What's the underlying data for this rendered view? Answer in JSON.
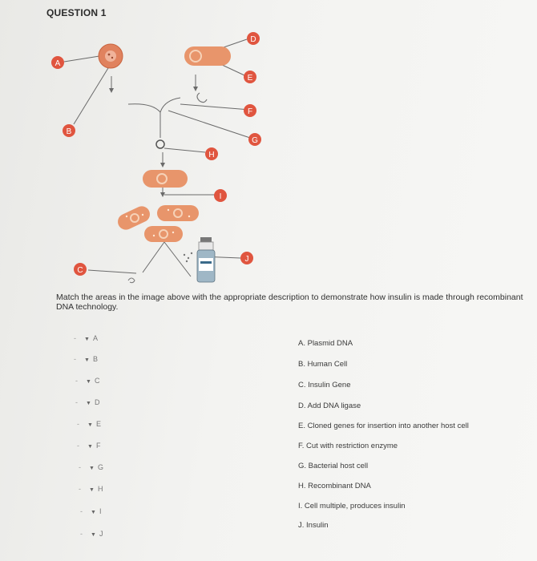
{
  "question": {
    "title": "QUESTION 1"
  },
  "diagram": {
    "labels": {
      "A": "A",
      "B": "B",
      "C": "C",
      "D": "D",
      "E": "E",
      "F": "F",
      "G": "G",
      "H": "H",
      "I": "I",
      "J": "J"
    },
    "badge_color": "#e0553f"
  },
  "instruction": "Match the areas in the image above with the appropriate description to demonstrate how insulin is made through recombinant DNA technology.",
  "matches": [
    {
      "dash": "-",
      "label": "A"
    },
    {
      "dash": "-",
      "label": "B"
    },
    {
      "dash": "-",
      "label": "C"
    },
    {
      "dash": "-",
      "label": "D"
    },
    {
      "dash": "-",
      "label": "E"
    },
    {
      "dash": "-",
      "label": "F"
    },
    {
      "dash": "-",
      "label": "G"
    },
    {
      "dash": "-",
      "label": "H"
    },
    {
      "dash": "-",
      "label": "I"
    },
    {
      "dash": "-",
      "label": "J"
    }
  ],
  "options": [
    "A. Plasmid DNA",
    "B. Human Cell",
    "C. Insulin Gene",
    "D. Add DNA ligase",
    "E. Cloned genes for insertion into another host cell",
    "F. Cut with restriction enzyme",
    "G. Bacterial host cell",
    "H. Recombinant DNA",
    "I. Cell multiple, produces insulin",
    "J. Insulin"
  ]
}
